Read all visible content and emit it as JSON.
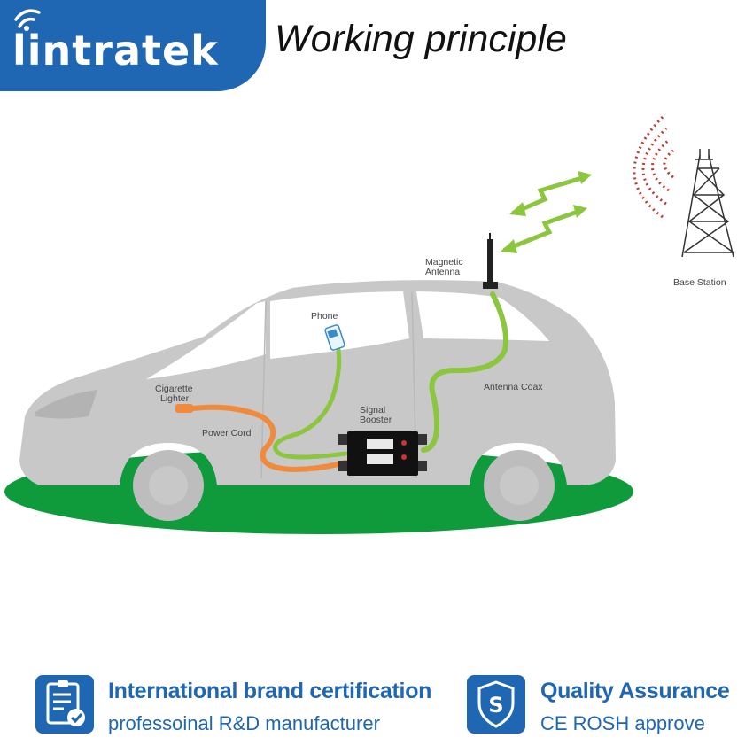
{
  "header": {
    "brand": "lintratek",
    "title": "Working principle"
  },
  "labels": {
    "magnetic_antenna": [
      "Magnetic",
      "Antenna"
    ],
    "base_station": "Base Station",
    "phone": "Phone",
    "cigarette_lighter": [
      "Cigarette",
      "Lighter"
    ],
    "power_cord": "Power Cord",
    "signal_booster": [
      "Signal",
      "Booster"
    ],
    "antenna_coax": "Antenna Coax"
  },
  "footer": {
    "left": {
      "title": "International brand certification",
      "subtitle": "professoinal R&D manufacturer",
      "icon": "clipboard-check-icon"
    },
    "right": {
      "title": "Quality Assurance",
      "subtitle": "CE ROSH approve",
      "icon": "shield-s-icon"
    }
  },
  "colors": {
    "brand_blue": "#1f66b3",
    "cable_green": "#8cc63f",
    "power_orange": "#f08a3c",
    "ground_green": "#0f9a3c",
    "car_gray": "#c8c8c8",
    "signal_red": "#c0392b"
  }
}
